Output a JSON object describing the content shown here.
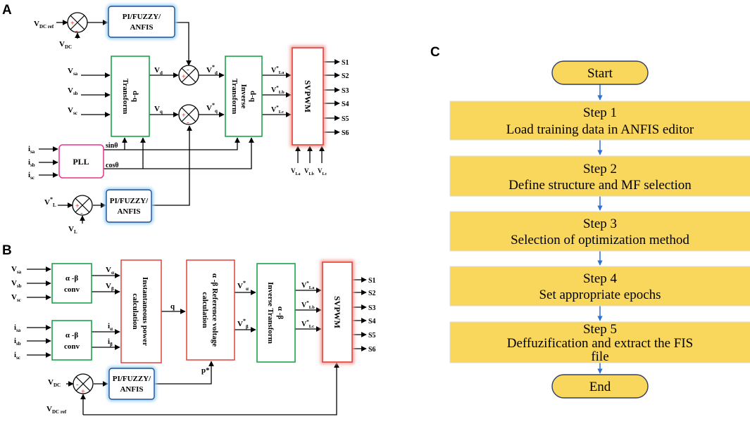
{
  "panels": {
    "a": "A",
    "b": "B",
    "c": "C"
  },
  "colors": {
    "green_box": "#1aa34a",
    "red_box": "#e0423a",
    "blue_box": "#1f4e99",
    "blue_glow": "#9fd3f2",
    "pink_box": "#e8348a",
    "flow_fill": "#f9d65c",
    "flow_arrow": "#2e6fd1"
  },
  "a": {
    "pi1": [
      "PI/FUZZY/",
      "ANFIS"
    ],
    "pi2": [
      "PI/FUZZY/",
      "ANFIS"
    ],
    "dq": [
      "d-q",
      "Transform"
    ],
    "inv": [
      "d-q",
      "Inverse",
      "Transform"
    ],
    "svpwm": "SVPWM",
    "pll": "PLL",
    "vdcref": {
      "base": "V",
      "sub": "DC ref"
    },
    "vdc": {
      "base": "V",
      "sub": "DC"
    },
    "vsa": {
      "base": "V",
      "sub": "sa"
    },
    "vsb": {
      "base": "V",
      "sub": "sb"
    },
    "vsc": {
      "base": "V",
      "sub": "sc"
    },
    "vd": {
      "base": "V",
      "sub": "d"
    },
    "vq": {
      "base": "V",
      "sub": "q"
    },
    "vdstar": {
      "base": "V",
      "sup": "*",
      "sub": "d"
    },
    "vqstar": {
      "base": "V",
      "sup": "*",
      "sub": "q"
    },
    "vla": {
      "base": "V",
      "sup": "*",
      "sub": "La"
    },
    "vlb": {
      "base": "V",
      "sup": "*",
      "sub": "Lb"
    },
    "vlc": {
      "base": "V",
      "sup": "*",
      "sub": "Lc"
    },
    "isa": {
      "base": "i",
      "sub": "sa"
    },
    "isb": {
      "base": "i",
      "sub": "sb"
    },
    "isc": {
      "base": "i",
      "sub": "sc"
    },
    "sin": "sinθ",
    "cos": "cosθ",
    "vlstar": {
      "base": "V",
      "sup": "*",
      "sub": "L"
    },
    "vl": {
      "base": "V",
      "sub": "L"
    },
    "vla_in": {
      "base": "V",
      "sub": "La"
    },
    "vlb_in": {
      "base": "V",
      "sub": "Lb"
    },
    "vlc_in": {
      "base": "V",
      "sub": "Lc"
    },
    "s": [
      "S1",
      "S2",
      "S3",
      "S4",
      "S5",
      "S6"
    ],
    "plus": "+",
    "minus": "-"
  },
  "b": {
    "abconv": [
      "α -β",
      "conv"
    ],
    "abconv2": [
      "α -β",
      "conv"
    ],
    "inst": [
      "Instantaneous power",
      "calculation"
    ],
    "ref": [
      "α -β Reference voltage",
      "calculation"
    ],
    "inv": [
      "α -β",
      "Inverse Transform"
    ],
    "svpwm": "SVPWM",
    "pi": [
      "PI/FUZZY/",
      "ANFIS"
    ],
    "vsa": {
      "base": "V",
      "sub": "sa"
    },
    "vsb": {
      "base": "V",
      "sub": "sb"
    },
    "vsc": {
      "base": "V",
      "sub": "sc"
    },
    "isa": {
      "base": "i",
      "sub": "sa"
    },
    "isb": {
      "base": "i",
      "sub": "sb"
    },
    "isc": {
      "base": "i",
      "sub": "sc"
    },
    "va": {
      "base": "V",
      "sub": "α"
    },
    "vb": {
      "base": "V",
      "sub": "β"
    },
    "ia": {
      "base": "i",
      "sub": "α"
    },
    "ib": {
      "base": "i",
      "sub": "β"
    },
    "q": "q",
    "pstar": "p*",
    "vastar": {
      "base": "V",
      "sup": "*",
      "sub": "α"
    },
    "vbstar": {
      "base": "V",
      "sup": "*",
      "sub": "β"
    },
    "vla": {
      "base": "V",
      "sup": "*",
      "sub": "La"
    },
    "vlb": {
      "base": "V",
      "sup": "*",
      "sub": "Lb"
    },
    "vlc": {
      "base": "V",
      "sup": "*",
      "sub": "Lc"
    },
    "vdc": {
      "base": "V",
      "sub": "DC"
    },
    "vdcref": {
      "base": "V",
      "sub": "DC ref"
    },
    "s": [
      "S1",
      "S2",
      "S3",
      "S4",
      "S5",
      "S6"
    ],
    "plus": "+",
    "minus": "-"
  },
  "c": {
    "start": "Start",
    "end": "End",
    "steps": [
      {
        "title": "Step 1",
        "lines": [
          "Load training data in ANFIS editor"
        ]
      },
      {
        "title": "Step 2",
        "lines": [
          "Define structure and MF selection"
        ]
      },
      {
        "title": "Step 3",
        "lines": [
          "Selection of optimization method"
        ]
      },
      {
        "title": "Step 4",
        "lines": [
          "Set appropriate epochs"
        ]
      },
      {
        "title": "Step 5",
        "lines": [
          "Deffuzification and extract the FIS",
          "file"
        ]
      }
    ]
  }
}
